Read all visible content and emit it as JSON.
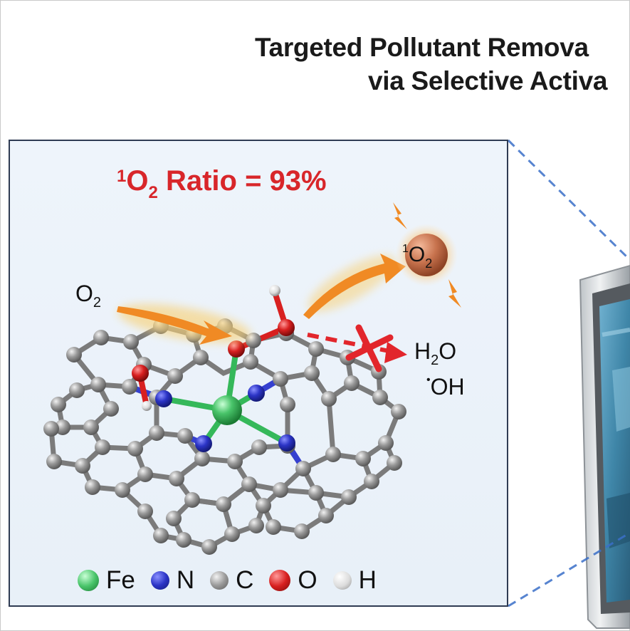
{
  "title": {
    "line1": "Targeted Pollutant Remova",
    "line2": "via Selective Activa"
  },
  "ratio": {
    "prefix_sup": "1",
    "o": "O",
    "sub": "2",
    "rest": " Ratio = 93%"
  },
  "labels": {
    "o2_reactant": {
      "main": "O",
      "sub": "2"
    },
    "singlet_product": {
      "sup": "1",
      "main": "O",
      "sub": "2"
    },
    "water": {
      "main1": "H",
      "sub": "2",
      "main2": "O"
    },
    "hydroxyl": {
      "dot": "•",
      "main": "OH"
    }
  },
  "legend": [
    {
      "label": "Fe",
      "color": "#49c46a",
      "icon": "green-sphere"
    },
    {
      "label": "N",
      "color": "#2b34c6",
      "icon": "blue-sphere"
    },
    {
      "label": "C",
      "color": "#8c8c8c",
      "icon": "gray-sphere"
    },
    {
      "label": "O",
      "color": "#d82020",
      "icon": "red-sphere"
    },
    {
      "label": "H",
      "color": "#dcdcdc",
      "icon": "white-sphere"
    }
  ],
  "colors": {
    "accent_red": "#d8262a",
    "arrow_orange": "#f08a24",
    "panel_border": "#2f3b53",
    "dashed_blue": "#3a6fc8"
  }
}
